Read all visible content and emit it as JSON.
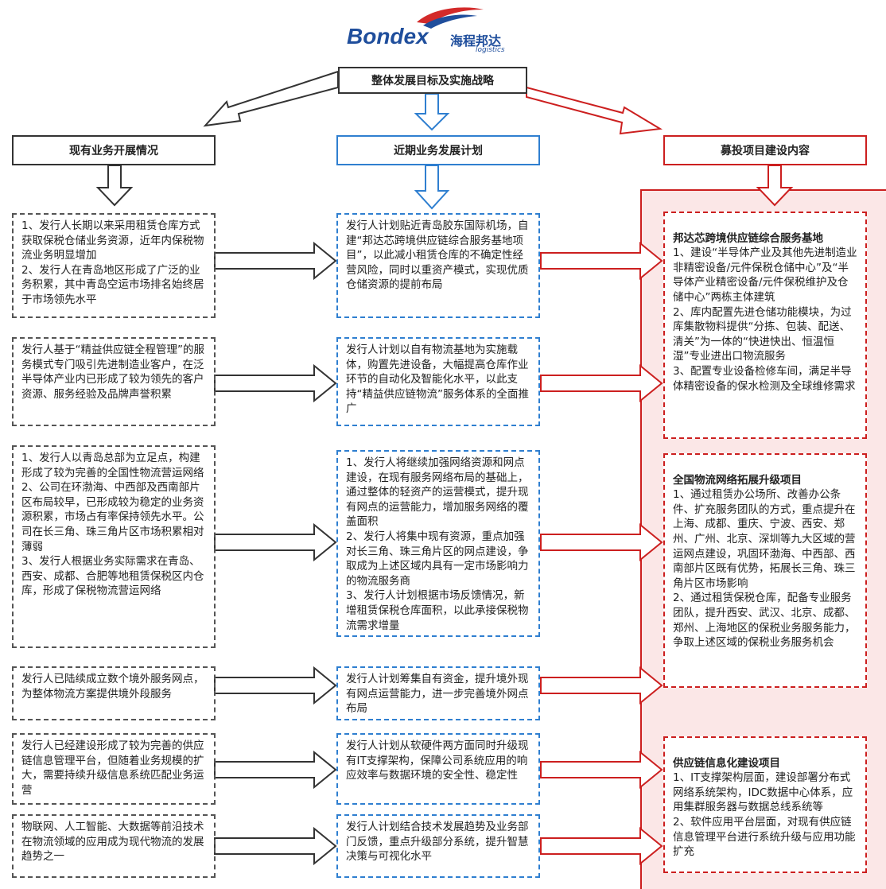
{
  "logo": {
    "brand": "Bondex",
    "cn": "海程邦达",
    "sub": "logistics"
  },
  "top_title": "整体发展目标及实施战略",
  "columns": {
    "left_title": "现有业务开展情况",
    "mid_title": "近期业务发展计划",
    "right_title": "募投项目建设内容"
  },
  "left_boxes": [
    "1、发行人长期以来采用租赁仓库方式获取保税仓储业务资源，近年内保税物流业务明显增加\n2、发行人在青岛地区形成了广泛的业务积累，其中青岛空运市场排名始终居于市场领先水平",
    "发行人基于“精益供应链全程管理”的服务模式专门吸引先进制造业客户，在泛半导体产业内已形成了较为领先的客户资源、服务经验及品牌声誉积累",
    "1、发行人以青岛总部为立足点，构建形成了较为完善的全国性物流营运网络\n2、公司在环渤海、中西部及西南部片区布局较早，已形成较为稳定的业务资源积累，市场占有率保持领先水平。公司在长三角、珠三角片区市场积累相对薄弱\n3、发行人根据业务实际需求在青岛、西安、成都、合肥等地租赁保税区内仓库，形成了保税物流营运网络",
    "发行人已陆续成立数个境外服务网点，为整体物流方案提供境外段服务",
    "发行人已经建设形成了较为完善的供应链信息管理平台，但随着业务规模的扩大，需要持续升级信息系统匹配业务运营",
    "物联网、人工智能、大数据等前沿技术在物流领域的应用成为现代物流的发展趋势之一"
  ],
  "mid_boxes": [
    "发行人计划贴近青岛胶东国际机场，自建“邦达芯跨境供应链综合服务基地项目”，以此减小租赁仓库的不确定性经营风险，同时以重资产模式，实现优质仓储资源的提前布局",
    "发行人计划以自有物流基地为实施载体，购置先进设备，大幅提高仓库作业环节的自动化及智能化水平，以此支持“精益供应链物流”服务体系的全面推广",
    "1、发行人将继续加强网络资源和网点建设，在现有服务网络布局的基础上，通过整体的轻资产的运营模式，提升现有网点的运营能力，增加服务网络的覆盖面积\n2、发行人将集中现有资源，重点加强对长三角、珠三角片区的网点建设，争取成为上述区域内具有一定市场影响力的物流服务商\n3、发行人计划根据市场反馈情况，新增租赁保税仓库面积，以此承接保税物流需求增量",
    "发行人计划筹集自有资金，提升境外现有网点运营能力，进一步完善境外网点布局",
    "发行人计划从软硬件两方面同时升级现有IT支撑架构，保障公司系统应用的响应效率与数据环境的安全性、稳定性",
    "发行人计划结合技术发展趋势及业务部门反馈，重点升级部分系统，提升智慧决策与可视化水平"
  ],
  "right_boxes": [
    {
      "title": "邦达芯跨境供应链综合服务基地",
      "body": "1、建设“半导体产业及其他先进制造业非精密设备/元件保税仓储中心”及“半导体产业精密设备/元件保税维护及仓储中心”两栋主体建筑\n2、库内配置先进仓储功能模块，为过库集散物料提供“分拣、包装、配送、清关”为一体的“快进快出、恒温恒湿”专业进出口物流服务\n3、配置专业设备检修车间，满足半导体精密设备的保水检测及全球维修需求"
    },
    {
      "title": "全国物流网络拓展升级项目",
      "body": "1、通过租赁办公场所、改善办公条件、扩充服务团队的方式，重点提升在上海、成都、重庆、宁波、西安、郑州、广州、北京、深圳等九大区域的营运网点建设，巩固环渤海、中西部、西南部片区既有优势，拓展长三角、珠三角片区市场影响\n2、通过租赁保税仓库，配备专业服务团队，提升西安、武汉、北京、成都、郑州、上海地区的保税业务服务能力，争取上述区域的保税业务服务机会"
    },
    {
      "title": "供应链信息化建设项目",
      "body": "1、IT支撑架构层面，建设部署分布式网络系统架构，IDC数据中心体系，应用集群服务器与数据总线系统等\n2、软件应用平台层面，对现有供应链信息管理平台进行系统升级与应用功能扩充"
    }
  ],
  "colors": {
    "gray": "#555555",
    "blue": "#2f7fd0",
    "red": "#cc1f1f",
    "red_panel": "#fbe7e7"
  }
}
